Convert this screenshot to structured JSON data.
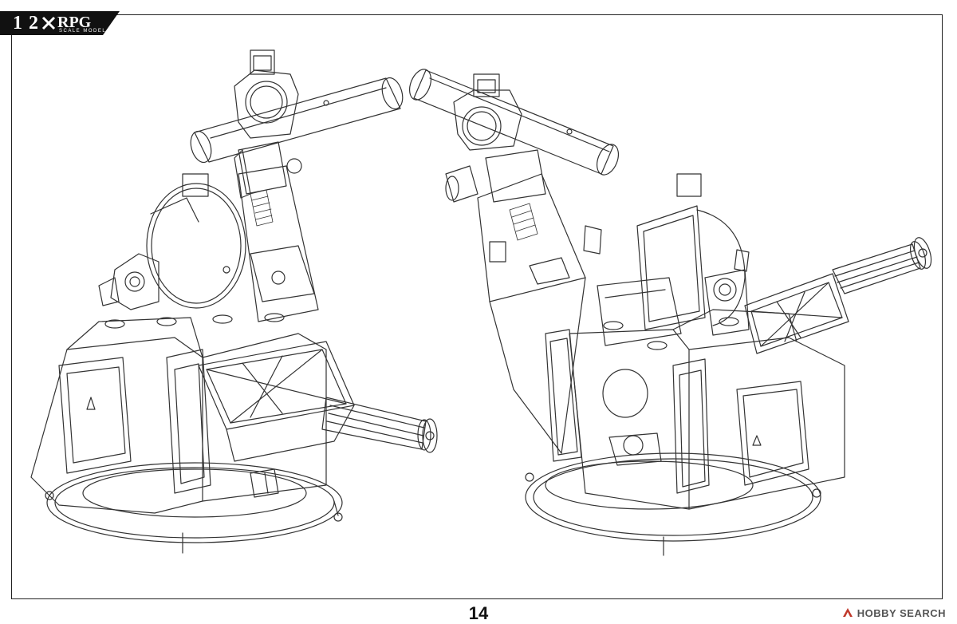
{
  "brand": {
    "number": "1 2",
    "name": "RPG",
    "subtitle": "SCALE MODEL"
  },
  "page": {
    "number": "14"
  },
  "watermark": {
    "text": "HOBBY SEARCH",
    "icon": "hobby-search-logo-icon"
  },
  "colors": {
    "line": "#333333",
    "background": "#ffffff",
    "brand": "#111111"
  }
}
